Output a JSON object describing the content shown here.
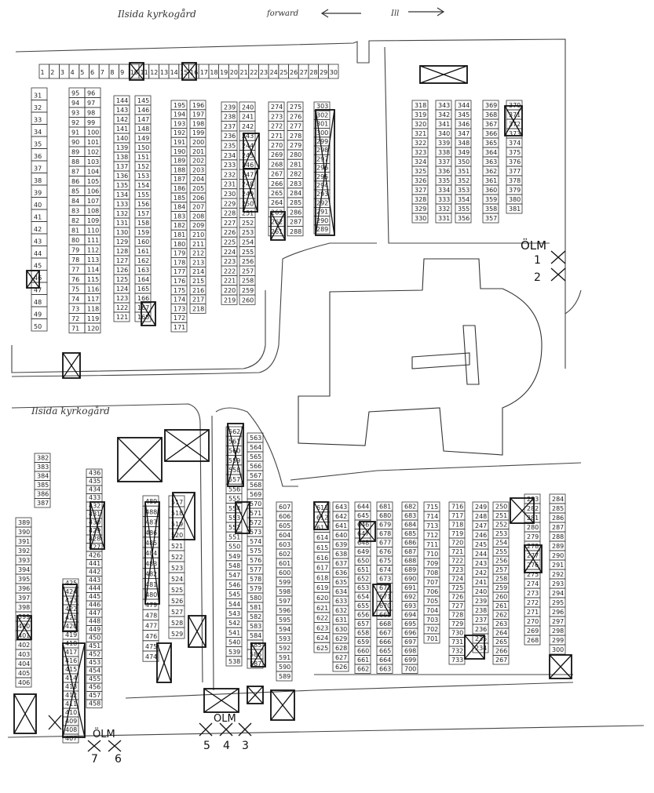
{
  "labels": {
    "top_heading": "Ilsida kyrkogård",
    "top_arrow_left": "forward",
    "top_arrow_right": "Ill",
    "mid_heading": "Ilsida kyrkogård"
  },
  "olm_groups": [
    {
      "label": "ÖLM",
      "numbers": [
        "1",
        "2"
      ]
    },
    {
      "label": "ÖLM",
      "numbers": [
        "7",
        "6"
      ]
    },
    {
      "label": "ÖLM",
      "numbers": [
        "5",
        "4",
        "3"
      ]
    }
  ],
  "top_row_numbers": [
    "1",
    "2",
    "3",
    "4",
    "5",
    "6",
    "7",
    "8",
    "9",
    "10",
    "11",
    "12",
    "13",
    "14",
    "15",
    "16",
    "17",
    "18",
    "19",
    "20",
    "21",
    "22",
    "23",
    "24",
    "25",
    "26",
    "27",
    "28",
    "29",
    "30"
  ],
  "blocks": [
    {
      "id": "b1",
      "numbers": [
        "31",
        "32",
        "33",
        "34",
        "35",
        "36",
        "37",
        "38",
        "39",
        "40",
        "41",
        "42",
        "43",
        "44",
        "45",
        "46",
        "47",
        "48",
        "49",
        "50"
      ]
    },
    {
      "id": "b2",
      "numbers": [
        "95",
        "94",
        "93",
        "92",
        "91",
        "90",
        "89",
        "88",
        "87",
        "86",
        "85",
        "84",
        "83",
        "82",
        "81",
        "80",
        "79",
        "78",
        "77",
        "76",
        "75",
        "74",
        "73",
        "72",
        "71"
      ]
    },
    {
      "id": "b3",
      "numbers": [
        "96",
        "97",
        "98",
        "99",
        "100",
        "101",
        "102",
        "103",
        "104",
        "105",
        "106",
        "107",
        "108",
        "109",
        "110",
        "111",
        "112",
        "113",
        "114",
        "115",
        "116",
        "117",
        "118",
        "119",
        "120"
      ]
    },
    {
      "id": "b4",
      "numbers": [
        "144",
        "143",
        "142",
        "141",
        "140",
        "139",
        "138",
        "137",
        "136",
        "135",
        "134",
        "133",
        "132",
        "131",
        "130",
        "129",
        "128",
        "127",
        "126",
        "125",
        "124",
        "123",
        "122",
        "121"
      ]
    },
    {
      "id": "b5",
      "numbers": [
        "145",
        "146",
        "147",
        "148",
        "149",
        "150",
        "151",
        "152",
        "153",
        "154",
        "155",
        "156",
        "157",
        "158",
        "159",
        "160",
        "161",
        "162",
        "163",
        "164",
        "165",
        "166",
        "167",
        "168"
      ]
    },
    {
      "id": "b6",
      "numbers": [
        "195",
        "194",
        "193",
        "192",
        "191",
        "190",
        "189",
        "188",
        "187",
        "186",
        "185",
        "184",
        "183",
        "182",
        "181",
        "180",
        "179",
        "178",
        "177",
        "176",
        "175",
        "174",
        "173",
        "172",
        "171"
      ]
    },
    {
      "id": "b7",
      "numbers": [
        "196",
        "197",
        "198",
        "199",
        "200",
        "201",
        "202",
        "203",
        "204",
        "205",
        "206",
        "207",
        "208",
        "209",
        "210",
        "211",
        "212",
        "213",
        "214",
        "215",
        "216",
        "217",
        "218"
      ]
    },
    {
      "id": "b8",
      "numbers": [
        "239",
        "238",
        "237",
        "236",
        "235",
        "234",
        "233",
        "232",
        "231",
        "230",
        "229",
        "228",
        "227",
        "226",
        "225",
        "224",
        "223",
        "222",
        "221",
        "220",
        "219"
      ]
    },
    {
      "id": "b9",
      "numbers": [
        "240",
        "241",
        "242",
        "243",
        "244",
        "245",
        "246",
        "247",
        "248",
        "249",
        "250",
        "251",
        "252",
        "253",
        "254",
        "255",
        "256",
        "257",
        "258",
        "259",
        "260"
      ]
    },
    {
      "id": "b10",
      "numbers": [
        "274",
        "273",
        "272",
        "271",
        "270",
        "269",
        "268",
        "267",
        "266",
        "265",
        "264",
        "263",
        "262",
        "261"
      ]
    },
    {
      "id": "b11",
      "numbers": [
        "275",
        "276",
        "277",
        "278",
        "279",
        "280",
        "281",
        "282",
        "283",
        "284",
        "285",
        "286",
        "287",
        "288"
      ]
    },
    {
      "id": "b12",
      "numbers": [
        "303",
        "302",
        "301",
        "300",
        "299",
        "298",
        "297",
        "296",
        "295",
        "294",
        "293",
        "292",
        "291",
        "290",
        "289"
      ]
    },
    {
      "id": "b13",
      "numbers": [
        "318",
        "319",
        "320",
        "321",
        "322",
        "323",
        "324",
        "325",
        "326",
        "327",
        "328",
        "329",
        "330"
      ]
    },
    {
      "id": "b14",
      "numbers": [
        "343",
        "342",
        "341",
        "340",
        "339",
        "338",
        "337",
        "336",
        "335",
        "334",
        "333",
        "332",
        "331"
      ]
    },
    {
      "id": "b15",
      "numbers": [
        "344",
        "345",
        "346",
        "347",
        "348",
        "349",
        "350",
        "351",
        "352",
        "353",
        "354",
        "355",
        "356"
      ]
    },
    {
      "id": "b16",
      "numbers": [
        "369",
        "368",
        "367",
        "366",
        "365",
        "364",
        "363",
        "362",
        "361",
        "360",
        "359",
        "358",
        "357"
      ]
    },
    {
      "id": "b17",
      "numbers": [
        "370",
        "371",
        "372",
        "373",
        "374",
        "375",
        "376",
        "377",
        "378",
        "379",
        "380",
        "381"
      ]
    },
    {
      "id": "b18",
      "numbers": [
        "382",
        "383",
        "384",
        "385",
        "386",
        "387"
      ]
    },
    {
      "id": "b19",
      "numbers": [
        "389",
        "390",
        "391",
        "392",
        "393",
        "394",
        "395",
        "396",
        "397",
        "398",
        "399",
        "400",
        "401",
        "402",
        "403",
        "404",
        "405",
        "406"
      ]
    },
    {
      "id": "b20",
      "numbers": [
        "425",
        "424",
        "423",
        "422",
        "421",
        "420",
        "419",
        "418",
        "417",
        "416",
        "415",
        "414",
        "413",
        "412",
        "411",
        "410",
        "409",
        "408",
        "407"
      ]
    },
    {
      "id": "b21",
      "numbers": [
        "436",
        "435",
        "434",
        "433",
        "432",
        "431",
        "430",
        "429",
        "428",
        "427",
        "426",
        "441",
        "442",
        "443",
        "444",
        "445",
        "446",
        "447",
        "448",
        "449",
        "450",
        "451",
        "452",
        "453",
        "454",
        "455",
        "456",
        "457",
        "458"
      ]
    },
    {
      "id": "b22",
      "numbers": [
        "489",
        "488",
        "487",
        "486",
        "485",
        "484",
        "483",
        "482",
        "481",
        "480",
        "479",
        "478",
        "477",
        "476",
        "475",
        "474"
      ]
    },
    {
      "id": "b23",
      "numbers": [
        "517",
        "518",
        "519",
        "520",
        "521",
        "522",
        "523",
        "524",
        "525",
        "526",
        "527",
        "528",
        "529"
      ]
    },
    {
      "id": "b24",
      "numbers": [
        "562",
        "561",
        "560",
        "559",
        "558",
        "557",
        "556",
        "555",
        "554",
        "553",
        "552",
        "551",
        "550",
        "549",
        "548",
        "547",
        "546",
        "545",
        "544",
        "543",
        "542",
        "541",
        "540",
        "539",
        "538"
      ]
    },
    {
      "id": "b25",
      "numbers": [
        "563",
        "564",
        "565",
        "566",
        "567",
        "568",
        "569",
        "570",
        "571",
        "572",
        "573",
        "574",
        "575",
        "576",
        "577",
        "578",
        "579",
        "580",
        "581",
        "582",
        "583",
        "584",
        "585",
        "586",
        "587"
      ]
    },
    {
      "id": "b26",
      "numbers": [
        "607",
        "606",
        "605",
        "604",
        "603",
        "602",
        "601",
        "600",
        "599",
        "598",
        "597",
        "596",
        "595",
        "594",
        "593",
        "592",
        "591",
        "590",
        "589"
      ]
    },
    {
      "id": "b27",
      "numbers": [
        "611",
        "612",
        "613",
        "614",
        "615",
        "616",
        "617",
        "618",
        "619",
        "620",
        "621",
        "622",
        "623",
        "624",
        "625"
      ]
    },
    {
      "id": "b28",
      "numbers": [
        "643",
        "642",
        "641",
        "640",
        "639",
        "638",
        "637",
        "636",
        "635",
        "634",
        "633",
        "632",
        "631",
        "630",
        "629",
        "628",
        "627",
        "626"
      ]
    },
    {
      "id": "b29",
      "numbers": [
        "644",
        "645",
        "646",
        "647",
        "648",
        "649",
        "650",
        "651",
        "652",
        "653",
        "654",
        "655",
        "656",
        "657",
        "658",
        "659",
        "660",
        "661",
        "662"
      ]
    },
    {
      "id": "b30",
      "numbers": [
        "681",
        "680",
        "679",
        "678",
        "677",
        "676",
        "675",
        "674",
        "673",
        "672",
        "671",
        "670",
        "669",
        "668",
        "667",
        "666",
        "665",
        "664",
        "663"
      ]
    },
    {
      "id": "b31",
      "numbers": [
        "682",
        "683",
        "684",
        "685",
        "686",
        "687",
        "688",
        "689",
        "690",
        "691",
        "692",
        "693",
        "694",
        "695",
        "696",
        "697",
        "698",
        "699",
        "700"
      ]
    },
    {
      "id": "b32",
      "numbers": [
        "715",
        "714",
        "713",
        "712",
        "711",
        "710",
        "709",
        "708",
        "707",
        "706",
        "705",
        "704",
        "703",
        "702",
        "701"
      ]
    },
    {
      "id": "b33",
      "numbers": [
        "716",
        "717",
        "718",
        "719",
        "720",
        "721",
        "722",
        "723",
        "724",
        "725",
        "726",
        "727",
        "728",
        "729",
        "730",
        "731",
        "732",
        "733"
      ]
    },
    {
      "id": "b34",
      "numbers": [
        "249",
        "248",
        "247",
        "246",
        "245",
        "244",
        "243",
        "242",
        "241",
        "240",
        "239",
        "238",
        "237",
        "236",
        "235",
        "234"
      ]
    },
    {
      "id": "b35",
      "numbers": [
        "250",
        "251",
        "252",
        "253",
        "254",
        "255",
        "256",
        "257",
        "258",
        "259",
        "260",
        "261",
        "262",
        "263",
        "264",
        "265",
        "266",
        "267"
      ]
    },
    {
      "id": "b36",
      "numbers": [
        "283",
        "282",
        "281",
        "280",
        "279",
        "278",
        "277",
        "276",
        "275",
        "274",
        "273",
        "272",
        "271",
        "270",
        "269",
        "268"
      ]
    },
    {
      "id": "b37",
      "numbers": [
        "284",
        "285",
        "286",
        "287",
        "288",
        "289",
        "290",
        "291",
        "292",
        "293",
        "294",
        "295",
        "296",
        "297",
        "298",
        "299",
        "300"
      ]
    }
  ]
}
